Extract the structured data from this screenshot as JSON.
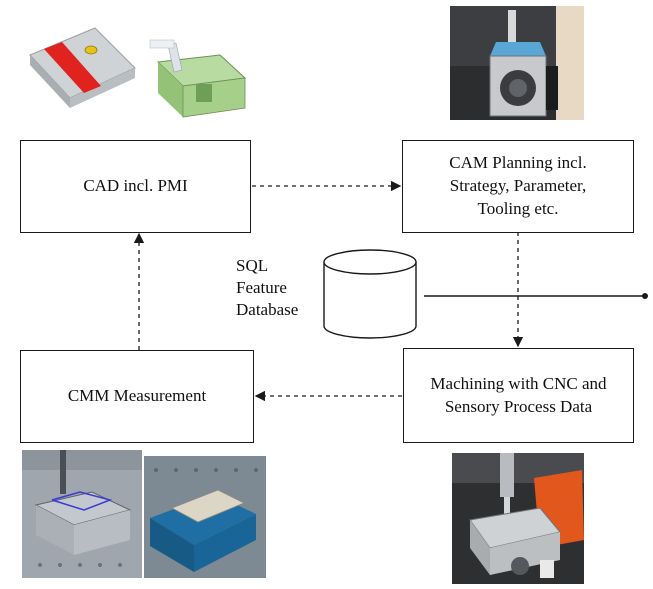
{
  "boxes": {
    "cad": "CAD incl. PMI",
    "cam_line1": "CAM Planning incl.",
    "cam_line2": "Strategy, Parameter,",
    "cam_line3": "Tooling etc.",
    "cmm": "CMM Measurement",
    "machining_line1": "Machining with CNC and",
    "machining_line2": "Sensory Process Data"
  },
  "database": {
    "line1": "SQL",
    "line2": "Feature",
    "line3": "Database"
  },
  "colors": {
    "cad_stripe": "#e0231e",
    "part_gray": "#c9cdd1",
    "part_green": "#a6d08a",
    "vise_blue": "#1f6fa4",
    "machine_orange": "#e2571b",
    "cam_blue": "#4aa3d8"
  }
}
